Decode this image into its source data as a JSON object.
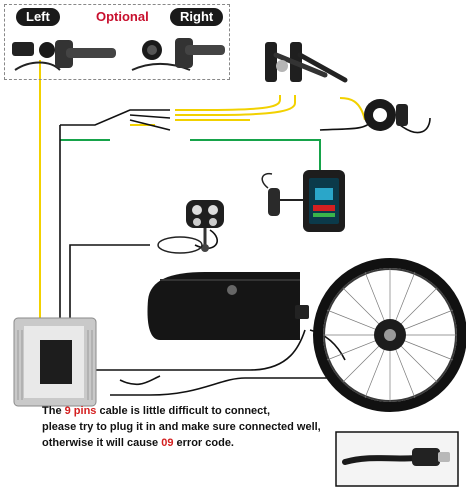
{
  "header": {
    "left_label": "Left",
    "optional_label": "Optional",
    "right_label": "Right"
  },
  "caption": {
    "l1a": "The ",
    "l1b": "9 pins",
    "l1c": " cable is little difficult to connect,",
    "l2": "please try to plug it in and make sure connected well,",
    "l3a": "otherwise it will cause ",
    "l3b": "09",
    "l3c": " error code."
  },
  "colors": {
    "wire_yellow": "#f2d100",
    "wire_green": "#16a34a",
    "wire_black": "#111111",
    "highlight_red": "#d42020",
    "pill_bg": "#1a1a1a"
  }
}
